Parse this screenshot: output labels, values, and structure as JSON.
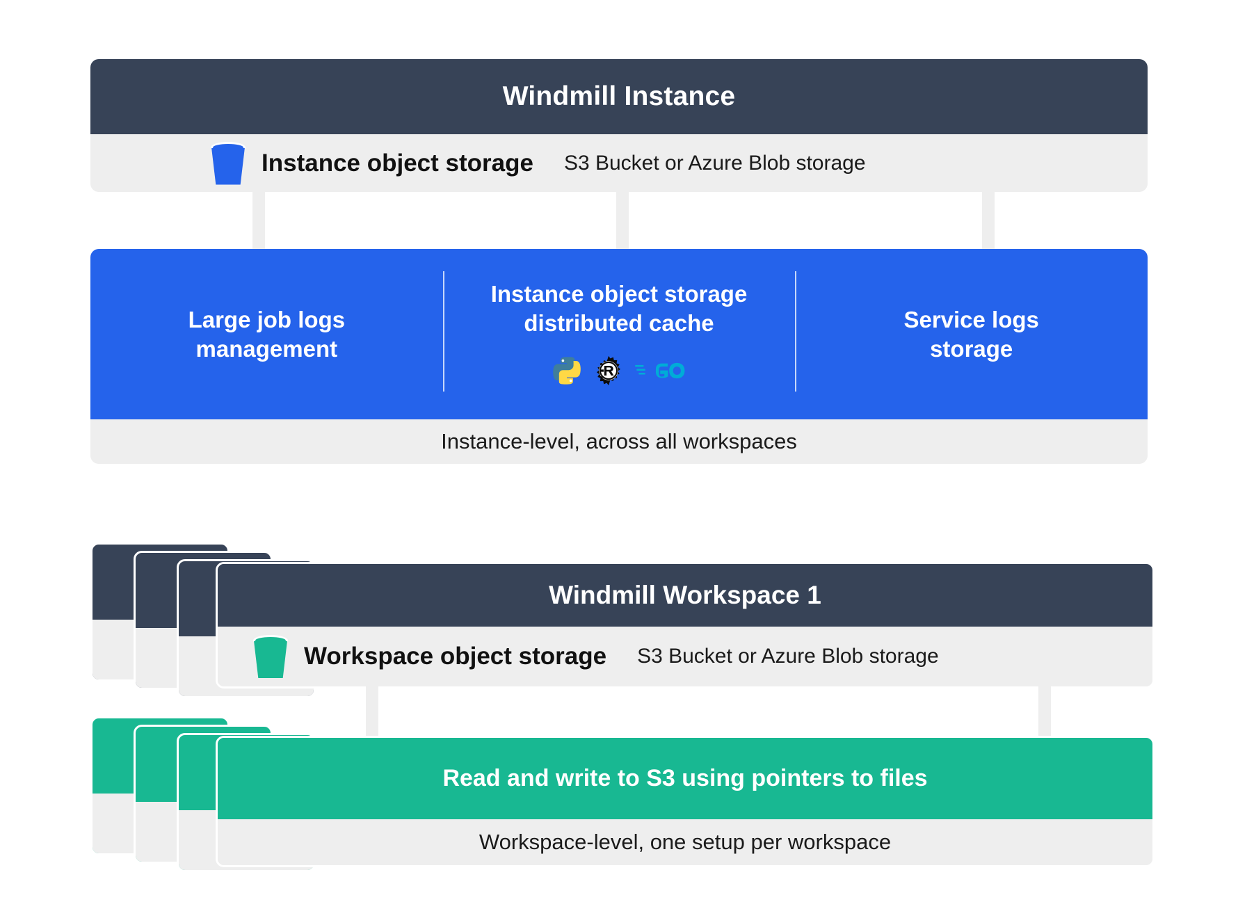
{
  "instance": {
    "title": "Windmill Instance",
    "storage": {
      "icon": "bucket-icon",
      "label": "Instance object storage",
      "sub": "S3 Bucket or Azure Blob storage",
      "color": "#2563eb"
    },
    "features": {
      "columns": [
        {
          "title": "Large job logs\nmanagement",
          "line1": "Large job logs",
          "line2": "management",
          "languages": []
        },
        {
          "title": "Instance object storage distributed cache",
          "line1": "Instance object storage",
          "line2": "distributed cache",
          "languages": [
            "python-logo",
            "rust-logo",
            "go-logo"
          ]
        },
        {
          "title": "Service logs storage",
          "line1": "Service logs",
          "line2": "storage",
          "languages": []
        }
      ],
      "footnote": "Instance-level, across all workspaces",
      "panel_color": "#2563eb"
    }
  },
  "workspace": {
    "stack_numbers": [
      "4",
      "3",
      "2"
    ],
    "title": "Windmill Workspace 1",
    "storage": {
      "icon": "bucket-icon",
      "label": "Workspace object storage",
      "sub": "S3 Bucket or Azure Blob storage",
      "color": "#18b892"
    },
    "action": {
      "stack_numbers": [
        "4",
        "3",
        "2"
      ],
      "title": "Read and write to S3 using pointers to files",
      "footnote": "Workspace-level, one setup per workspace",
      "panel_color": "#18b892"
    }
  },
  "colors": {
    "dark": "#374357",
    "grey": "#eeeeee",
    "blue": "#2563eb",
    "green": "#18b892",
    "go_cyan": "#00acd7",
    "python_blue": "#3b7aa0",
    "python_yellow": "#ffd343",
    "rust_black": "#111111"
  }
}
